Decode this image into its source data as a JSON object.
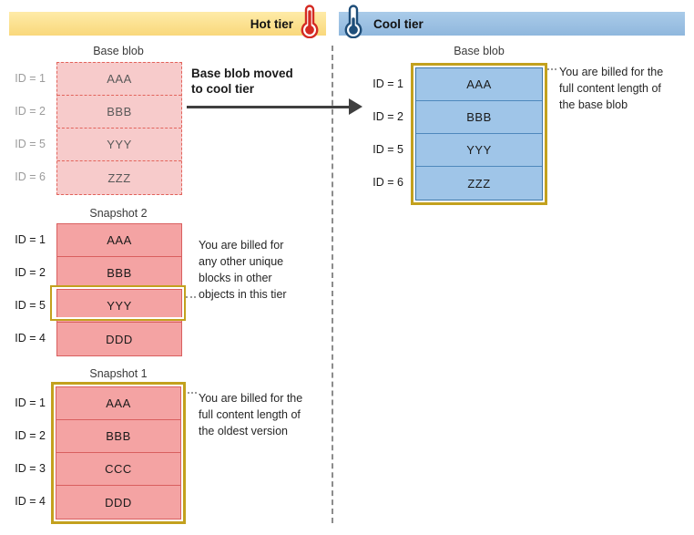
{
  "header": {
    "hot_label": "Hot tier",
    "cool_label": "Cool tier"
  },
  "hot_tier": {
    "base_blob": {
      "title": "Base blob",
      "rows": [
        {
          "id": "ID = 1",
          "value": "AAA"
        },
        {
          "id": "ID = 2",
          "value": "BBB"
        },
        {
          "id": "ID = 5",
          "value": "YYY"
        },
        {
          "id": "ID = 6",
          "value": "ZZZ"
        }
      ]
    },
    "snapshot_2": {
      "title": "Snapshot 2",
      "rows": [
        {
          "id": "ID = 1",
          "value": "AAA"
        },
        {
          "id": "ID = 2",
          "value": "BBB"
        },
        {
          "id": "ID = 5",
          "value": "YYY"
        },
        {
          "id": "ID = 4",
          "value": "DDD"
        }
      ],
      "highlighted_value": "YYY",
      "annotation_lines": [
        "You are billed for",
        "any other unique",
        "blocks in other",
        "objects in this tier"
      ]
    },
    "snapshot_1": {
      "title": "Snapshot 1",
      "rows": [
        {
          "id": "ID = 1",
          "value": "AAA"
        },
        {
          "id": "ID = 2",
          "value": "BBB"
        },
        {
          "id": "ID = 3",
          "value": "CCC"
        },
        {
          "id": "ID = 4",
          "value": "DDD"
        }
      ],
      "annotation_lines": [
        "You are billed for the",
        "full content length of",
        "the oldest version"
      ]
    }
  },
  "transition": {
    "label_lines": [
      "Base blob moved",
      "to cool tier"
    ]
  },
  "cool_tier": {
    "base_blob": {
      "title": "Base blob",
      "rows": [
        {
          "id": "ID = 1",
          "value": "AAA"
        },
        {
          "id": "ID = 2",
          "value": "BBB"
        },
        {
          "id": "ID = 5",
          "value": "YYY"
        },
        {
          "id": "ID = 6",
          "value": "ZZZ"
        }
      ],
      "annotation_lines": [
        "You are billed for the",
        "full content length of",
        "the base blob"
      ]
    }
  },
  "icons": {
    "hot": "thermometer-hot-icon",
    "cool": "thermometer-cool-icon"
  },
  "colors": {
    "hot_bar_top": "#FEEBA8",
    "hot_bar_bottom": "#F9D87B",
    "cool_bar_top": "#AACBE9",
    "cool_bar_bottom": "#8FB7DD",
    "hot_base_fill": "#F7CBCB",
    "hot_base_border": "#E2645C",
    "snapshot_fill": "#F4A3A3",
    "snapshot_border": "#D95F5F",
    "cool_fill": "#9FC5E8",
    "cool_border": "#3D76A8",
    "highlight_gold": "#C3A11E",
    "thermometer_hot": "#D42A22",
    "thermometer_cool": "#1F4E79"
  }
}
